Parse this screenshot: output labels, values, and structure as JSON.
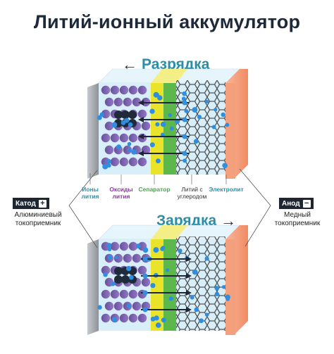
{
  "title": "Литий-ионный аккумулятор",
  "discharge": {
    "label": "Разрядка",
    "arrow": "←"
  },
  "charge": {
    "label": "Зарядка",
    "arrow": "→"
  },
  "component_labels": {
    "ions": "Ионы лития",
    "oxides": "Оксиды лития",
    "separator": "Сепаратор",
    "carbon": "Литий с углеродом",
    "electrolyte": "Электролит"
  },
  "cathode": {
    "label": "Катод",
    "sign": "+",
    "collector": "Алюминиевый токоприемник"
  },
  "anode": {
    "label": "Анод",
    "sign": "−",
    "collector": "Медный токоприемник"
  },
  "colors": {
    "ion_blue": "#2e8fe0",
    "oxide_purple": "#7a4fa8",
    "separator_yellow": "#e9e42a",
    "separator_green": "#5cb84a",
    "anode_orange": "#f4a07c",
    "cathode_gray": "#9a9ea4",
    "electrolyte_bg": "#d8eef8",
    "text_teal": "#2a8fa6",
    "dark": "#1e2633"
  }
}
